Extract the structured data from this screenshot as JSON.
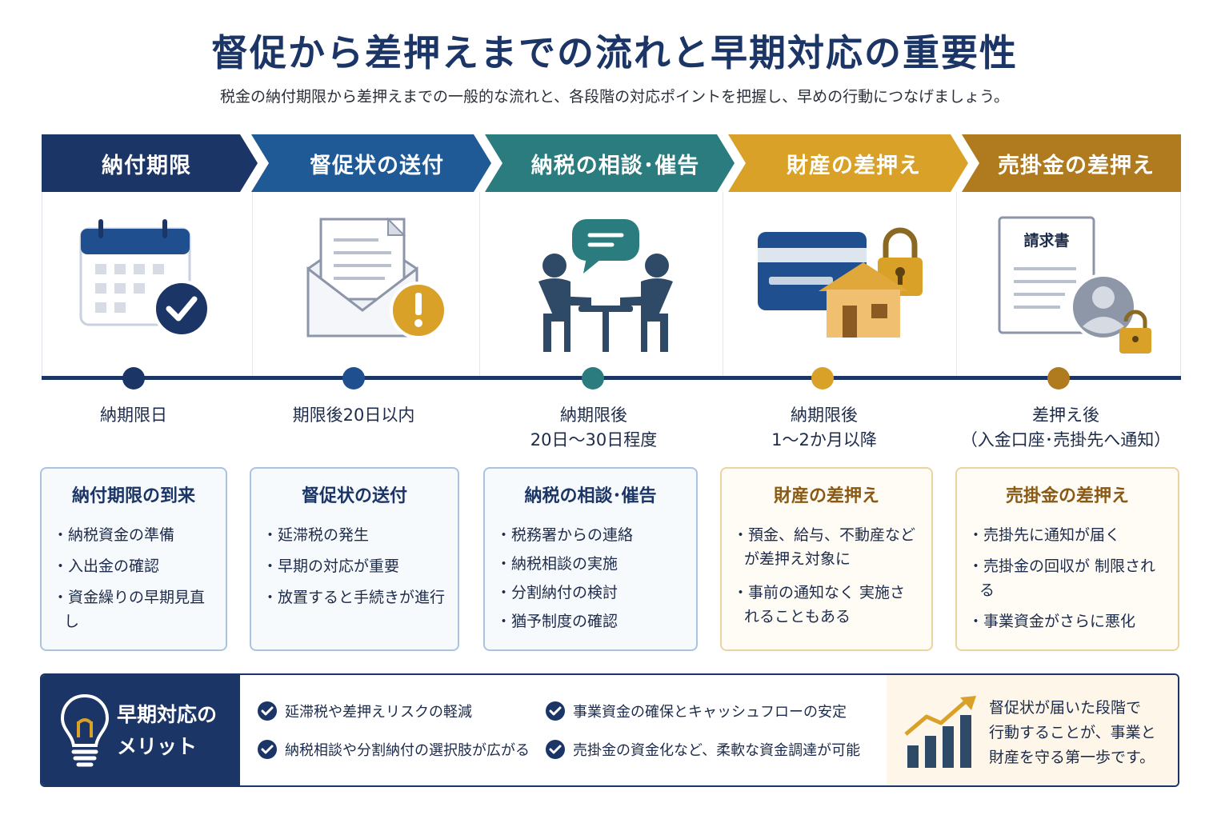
{
  "title": "督促から差押えまでの流れと早期対応の重要性",
  "subtitle": "税金の納付期限から差押えまでの一般的な流れと、各段階の対応ポイントを把握し、早めの行動につなげましょう。",
  "colors": {
    "navy": "#1b3566",
    "blue": "#1f5a96",
    "teal": "#2b7c7e",
    "gold": "#d9a127",
    "brown": "#b07a1e"
  },
  "stages": [
    {
      "header": "納付期限",
      "icon": "calendar-check-icon",
      "timing": [
        "納期限日"
      ],
      "card_title": "納付期限の到来",
      "bullets": [
        "・納税資金の準備",
        "・入出金の確認",
        "・資金繰りの早期見直し"
      ]
    },
    {
      "header": "督促状の送付",
      "icon": "envelope-warning-icon",
      "timing": [
        "期限後20日以内"
      ],
      "card_title": "督促状の送付",
      "bullets": [
        "・延滞税の発生",
        "・早期の対応が重要",
        "・放置すると手続きが進行"
      ]
    },
    {
      "header": "納税の相談･催告",
      "icon": "consultation-icon",
      "timing": [
        "納期限後",
        "20日～30日程度"
      ],
      "card_title": "納税の相談･催告",
      "bullets": [
        "・税務署からの連絡",
        "・納税相談の実施",
        "・分割納付の検討",
        "・猶予制度の確認"
      ]
    },
    {
      "header": "財産の差押え",
      "icon": "card-house-lock-icon",
      "timing": [
        "納期限後",
        "1～2か月以降"
      ],
      "card_title": "財産の差押え",
      "bullets": [
        "・預金、給与、不動産など が差押え対象に",
        "・事前の通知なく 実施されることもある"
      ]
    },
    {
      "header": "売掛金の差押え",
      "icon": "invoice-lock-icon",
      "invoice_label": "請求書",
      "timing": [
        "差押え後",
        "（入金口座･売掛先へ通知）"
      ],
      "card_title": "売掛金の差押え",
      "bullets": [
        "・売掛先に通知が届く",
        "・売掛金の回収が 制限される",
        "・事業資金がさらに悪化"
      ]
    }
  ],
  "merits": {
    "title_lines": [
      "早期対応の",
      "メリット"
    ],
    "items": [
      "延滞税や差押えリスクの軽減",
      "事業資金の確保とキャッシュフローの安定",
      "納税相談や分割納付の選択肢が広がる",
      "売掛金の資金化など、柔軟な資金調達が可能"
    ],
    "message_lines": [
      "督促状が届いた段階で",
      "行動することが、事業と",
      "財産を守る第一歩です。"
    ]
  }
}
